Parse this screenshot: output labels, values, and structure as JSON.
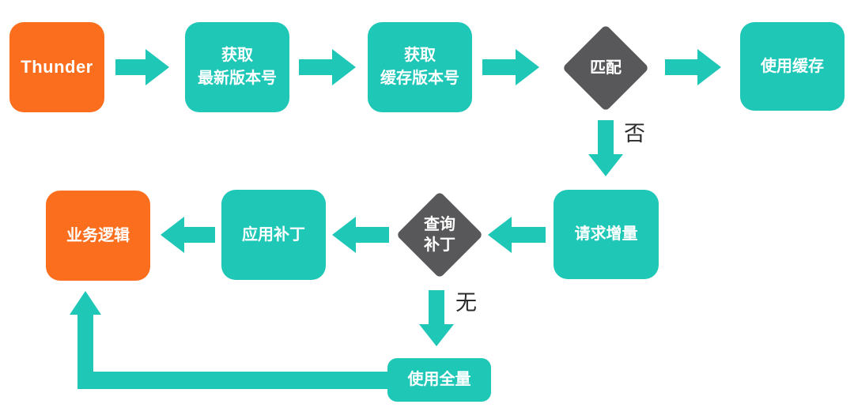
{
  "colors": {
    "node_orange": "#FA6E1E",
    "node_teal": "#1FC7B7",
    "decision_gray": "#58585A",
    "arrow_teal": "#1FC7B7",
    "edge_label_text": "#2B2B2B",
    "background": "#FFFFFF"
  },
  "nodes": {
    "thunder": {
      "label": "Thunder",
      "shape": "rounded-rect",
      "color": "#FA6E1E"
    },
    "get_latest_version": {
      "label": "获取\n最新版本号",
      "shape": "rounded-rect",
      "color": "#1FC7B7"
    },
    "get_cached_version": {
      "label": "获取\n缓存版本号",
      "shape": "rounded-rect",
      "color": "#1FC7B7"
    },
    "match": {
      "label": "匹配",
      "shape": "diamond",
      "color": "#58585A"
    },
    "use_cache": {
      "label": "使用缓存",
      "shape": "rounded-rect",
      "color": "#1FC7B7"
    },
    "request_increment": {
      "label": "请求增量",
      "shape": "rounded-rect",
      "color": "#1FC7B7"
    },
    "query_patch": {
      "label": "查询\n补丁",
      "shape": "diamond",
      "color": "#58585A"
    },
    "apply_patch": {
      "label": "应用补丁",
      "shape": "rounded-rect",
      "color": "#1FC7B7"
    },
    "business_logic": {
      "label": "业务逻辑",
      "shape": "rounded-rect",
      "color": "#FA6E1E"
    },
    "use_full": {
      "label": "使用全量",
      "shape": "rounded-rect",
      "color": "#1FC7B7"
    }
  },
  "edge_labels": {
    "match_no": "否",
    "patch_none": "无"
  }
}
